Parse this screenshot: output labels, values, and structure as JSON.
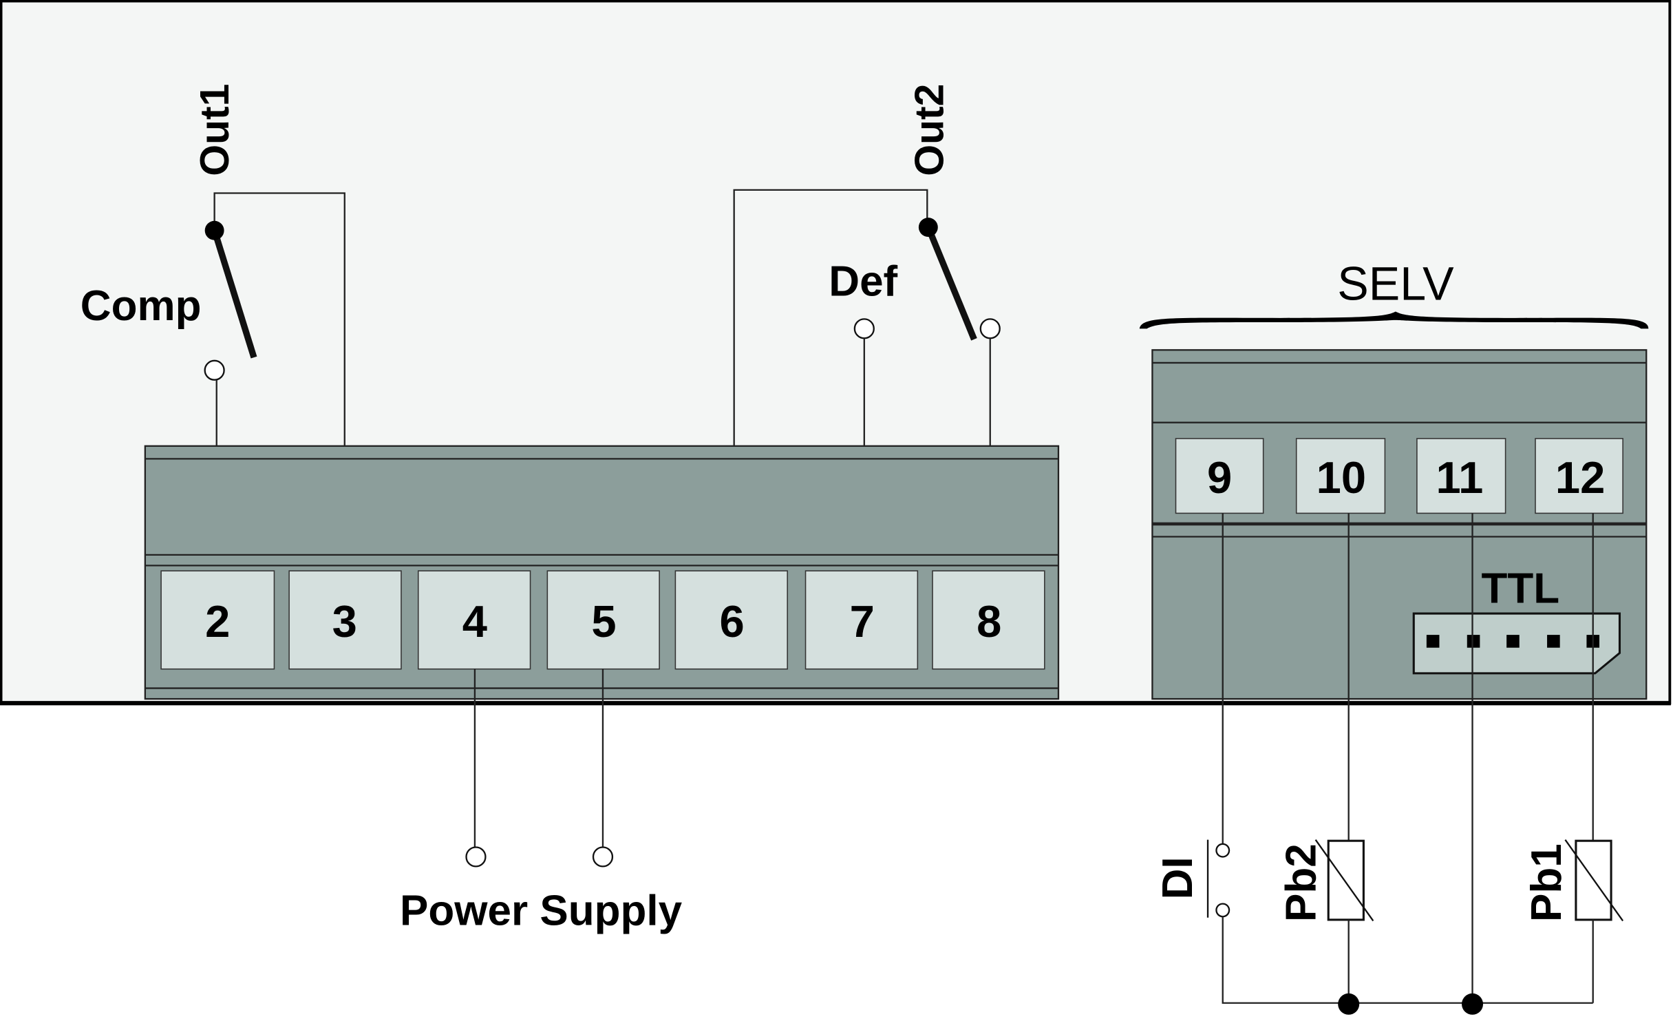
{
  "colors": {
    "panel": "#f4f6f5",
    "terminal_block": "#8c9e9b",
    "terminal": "#d5e0de",
    "connector": "#bfcecb"
  },
  "outputs": {
    "out1": "Out1",
    "out2": "Out2",
    "comp": "Comp",
    "def": "Def"
  },
  "main_terminals": [
    "2",
    "3",
    "4",
    "5",
    "6",
    "7",
    "8"
  ],
  "power_supply": "Power Supply",
  "selv": {
    "label": "SELV",
    "terminals": [
      "9",
      "10",
      "11",
      "12"
    ],
    "ttl": "TTL"
  },
  "inputs": {
    "di": "DI",
    "pb2": "Pb2",
    "pb1": "Pb1"
  }
}
